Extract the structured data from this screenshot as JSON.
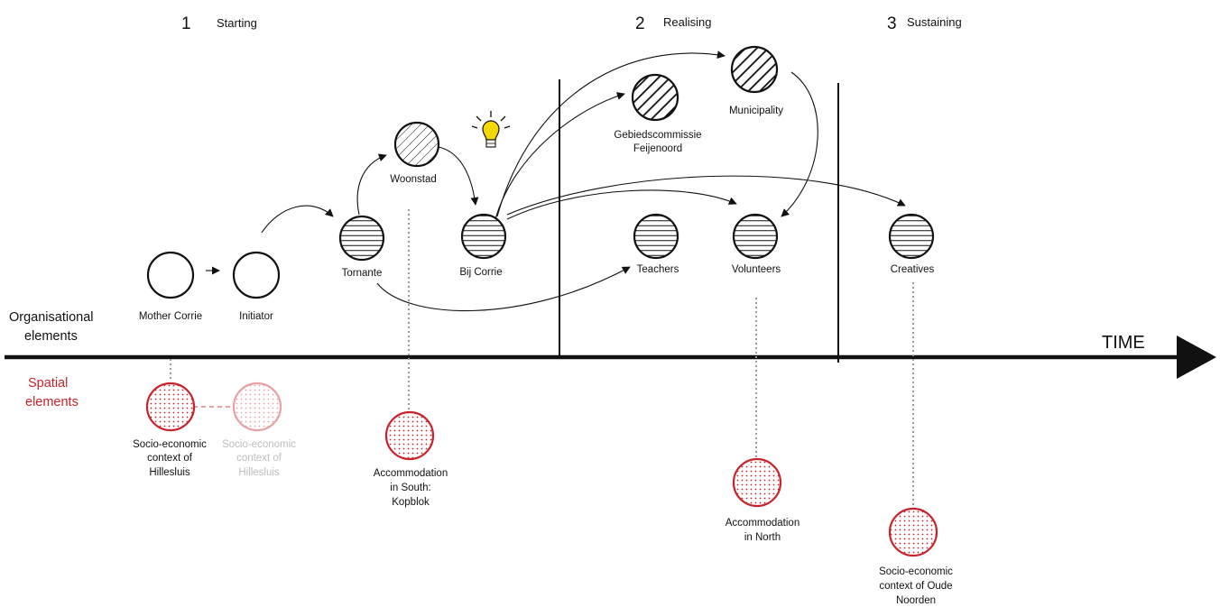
{
  "phases": [
    {
      "number": "1",
      "name": "Starting"
    },
    {
      "number": "2",
      "name": "Realising"
    },
    {
      "number": "3",
      "name": "Sustaining"
    }
  ],
  "axis": {
    "time": "TIME",
    "organisational": [
      "Organisational",
      "elements"
    ],
    "spatial": [
      "Spatial",
      "elements"
    ]
  },
  "org_nodes": {
    "mother_corrie": "Mother Corrie",
    "initiator": "Initiator",
    "tornante": "Tornante",
    "woonstad": "Woonstad",
    "bij_corrie": "Bij Corrie",
    "gebiedscommissie": [
      "Gebiedscommissie",
      "Feijenoord"
    ],
    "municipality": "Municipality",
    "teachers": "Teachers",
    "volunteers": "Volunteers",
    "creatives": "Creatives"
  },
  "spatial_nodes": {
    "hillesluis": [
      "Socio-economic",
      "context of",
      "Hillesluis"
    ],
    "hillesluis_faded": [
      "Socio-economic",
      "context of",
      "Hillesluis"
    ],
    "south": [
      "Accommodation",
      "in South:",
      "Kopblok"
    ],
    "north": [
      "Accommodation",
      "in North"
    ],
    "oude_noorden": [
      "Socio-economic",
      "context of Oude",
      "Noorden"
    ]
  },
  "colors": {
    "spatial_red": "#c8232b",
    "faded_red": "#e8a0a3",
    "ink": "#111111",
    "bulb": "#f5d800"
  },
  "icons": {
    "idea": "lightbulb-icon"
  }
}
